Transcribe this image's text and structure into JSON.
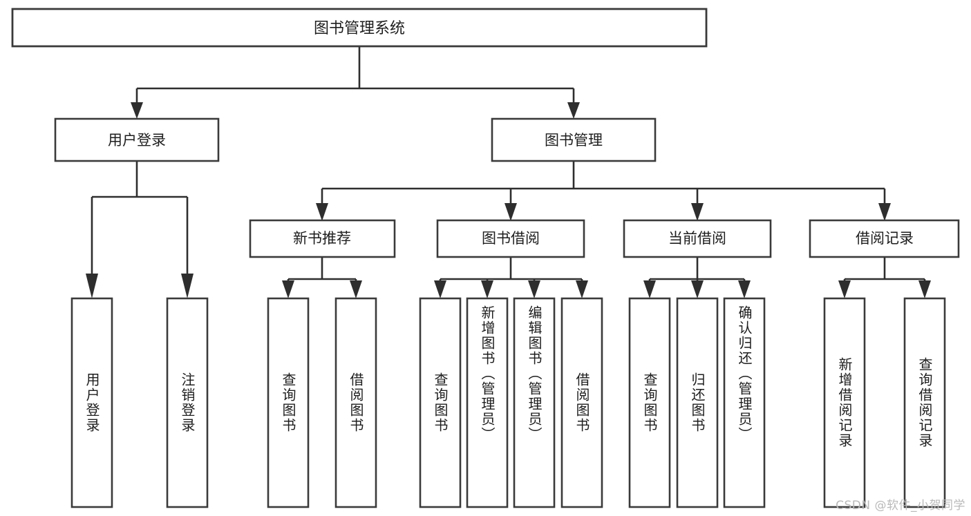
{
  "diagram": {
    "title": "图书管理系统",
    "type": "hierarchy-tree",
    "watermark": "CSDN @软件_小贺同学",
    "colors": {
      "box_stroke": "#3a3a3a",
      "connector": "#2e2e2e",
      "text": "#1d1d1d",
      "background": "#ffffff",
      "watermark": "#b9b9b9"
    }
  },
  "nodes": {
    "root": {
      "label": "图书管理系统"
    },
    "level2": [
      {
        "label": "用户登录"
      },
      {
        "label": "图书管理"
      }
    ],
    "level3": [
      {
        "label": "新书推荐"
      },
      {
        "label": "图书借阅"
      },
      {
        "label": "当前借阅"
      },
      {
        "label": "借阅记录"
      }
    ],
    "leaves": {
      "user_login": [
        {
          "label": "用户登录"
        },
        {
          "label": "注销登录"
        }
      ],
      "new_book_recommend": [
        {
          "label": "查询图书"
        },
        {
          "label": "借阅图书"
        }
      ],
      "book_borrow": [
        {
          "label": "查询图书"
        },
        {
          "label": "新增图书（管理员）"
        },
        {
          "label": "编辑图书（管理员）"
        },
        {
          "label": "借阅图书"
        }
      ],
      "current_borrow": [
        {
          "label": "查询图书"
        },
        {
          "label": "归还图书"
        },
        {
          "label": "确认归还（管理员）"
        }
      ],
      "borrow_record": [
        {
          "label": "新增借阅记录"
        },
        {
          "label": "查询借阅记录"
        }
      ]
    }
  },
  "chart_data": {
    "type": "table",
    "title": "图书管理系统 功能结构图",
    "tree": {
      "name": "图书管理系统",
      "children": [
        {
          "name": "用户登录",
          "children": [
            {
              "name": "用户登录"
            },
            {
              "name": "注销登录"
            }
          ]
        },
        {
          "name": "图书管理",
          "children": [
            {
              "name": "新书推荐",
              "children": [
                {
                  "name": "查询图书"
                },
                {
                  "name": "借阅图书"
                }
              ]
            },
            {
              "name": "图书借阅",
              "children": [
                {
                  "name": "查询图书"
                },
                {
                  "name": "新增图书（管理员）"
                },
                {
                  "name": "编辑图书（管理员）"
                },
                {
                  "name": "借阅图书"
                }
              ]
            },
            {
              "name": "当前借阅",
              "children": [
                {
                  "name": "查询图书"
                },
                {
                  "name": "归还图书"
                },
                {
                  "name": "确认归还（管理员）"
                }
              ]
            },
            {
              "name": "借阅记录",
              "children": [
                {
                  "name": "新增借阅记录"
                },
                {
                  "name": "查询借阅记录"
                }
              ]
            }
          ]
        }
      ]
    }
  }
}
